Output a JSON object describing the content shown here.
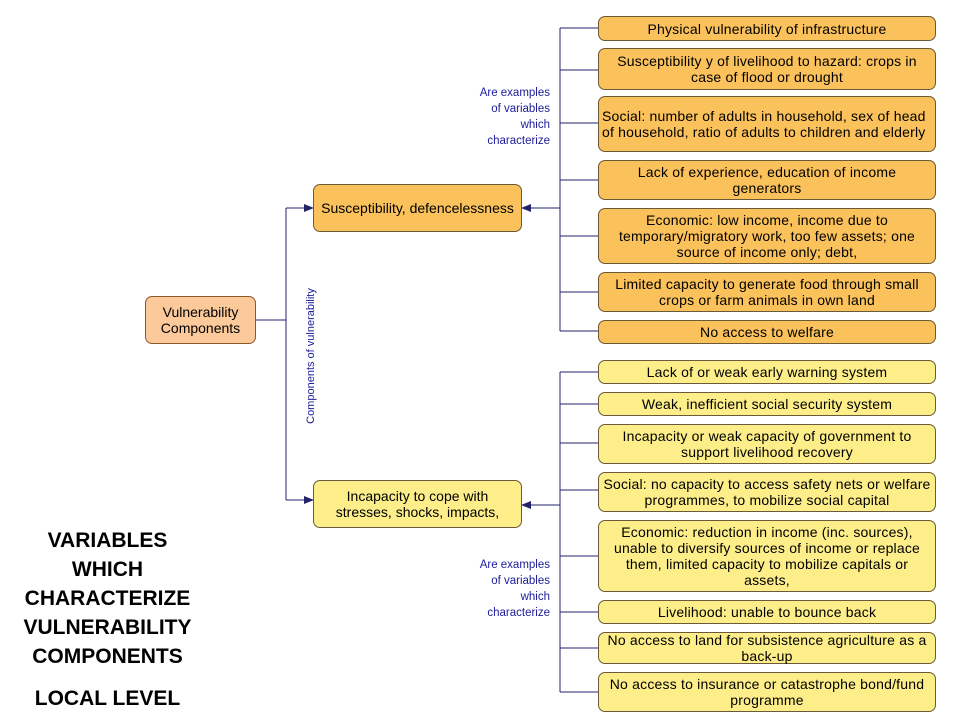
{
  "root": "Vulnerability Components",
  "branch_label": "Components of vulnerability",
  "susceptibility": {
    "title": "Susceptibility, defencelessness",
    "link_label": "Are examples of variables which characterize",
    "items": [
      "Physical vulnerability of infrastructure",
      "Susceptibility y of livelihood to hazard: crops in case of flood or drought",
      "Social:  number of adults in household, sex of head of household, ratio of adults to children and elderly",
      "Lack of experience, education of income generators",
      "Economic: low income, income due to temporary/migratory work, too few assets; one source of income only; debt,",
      "Limited capacity to generate food through small crops or farm animals in own land",
      "No access to welfare"
    ]
  },
  "incapacity": {
    "title": "Incapacity to cope with stresses, shocks, impacts,",
    "link_label": "Are examples of variables which characterize",
    "items": [
      "Lack of or weak early warning system",
      "Weak, inefficient social security system",
      "Incapacity or weak capacity of government to support livelihood recovery",
      "Social: no capacity to access safety nets or welfare programmes, to mobilize social capital",
      "Economic: reduction in income (inc. sources), unable to diversify sources of income or replace them, limited capacity to mobilize capitals or assets,",
      "Livelihood: unable to bounce back",
      "No access to land for subsistence agriculture as a back-up",
      "No access to insurance or catastrophe bond/fund programme"
    ]
  },
  "title": {
    "lines": [
      "VARIABLES",
      "WHICH",
      "CHARACTERIZE",
      "VULNERABILITY",
      "COMPONENTS"
    ],
    "level": "LOCAL LEVEL"
  },
  "colors": {
    "root_fill": "#fbc99a",
    "susceptibility_fill": "#fbc25c",
    "incapacity_fill": "#fdee8a",
    "connector": "#23236b",
    "label_text": "#1c1c9a"
  }
}
